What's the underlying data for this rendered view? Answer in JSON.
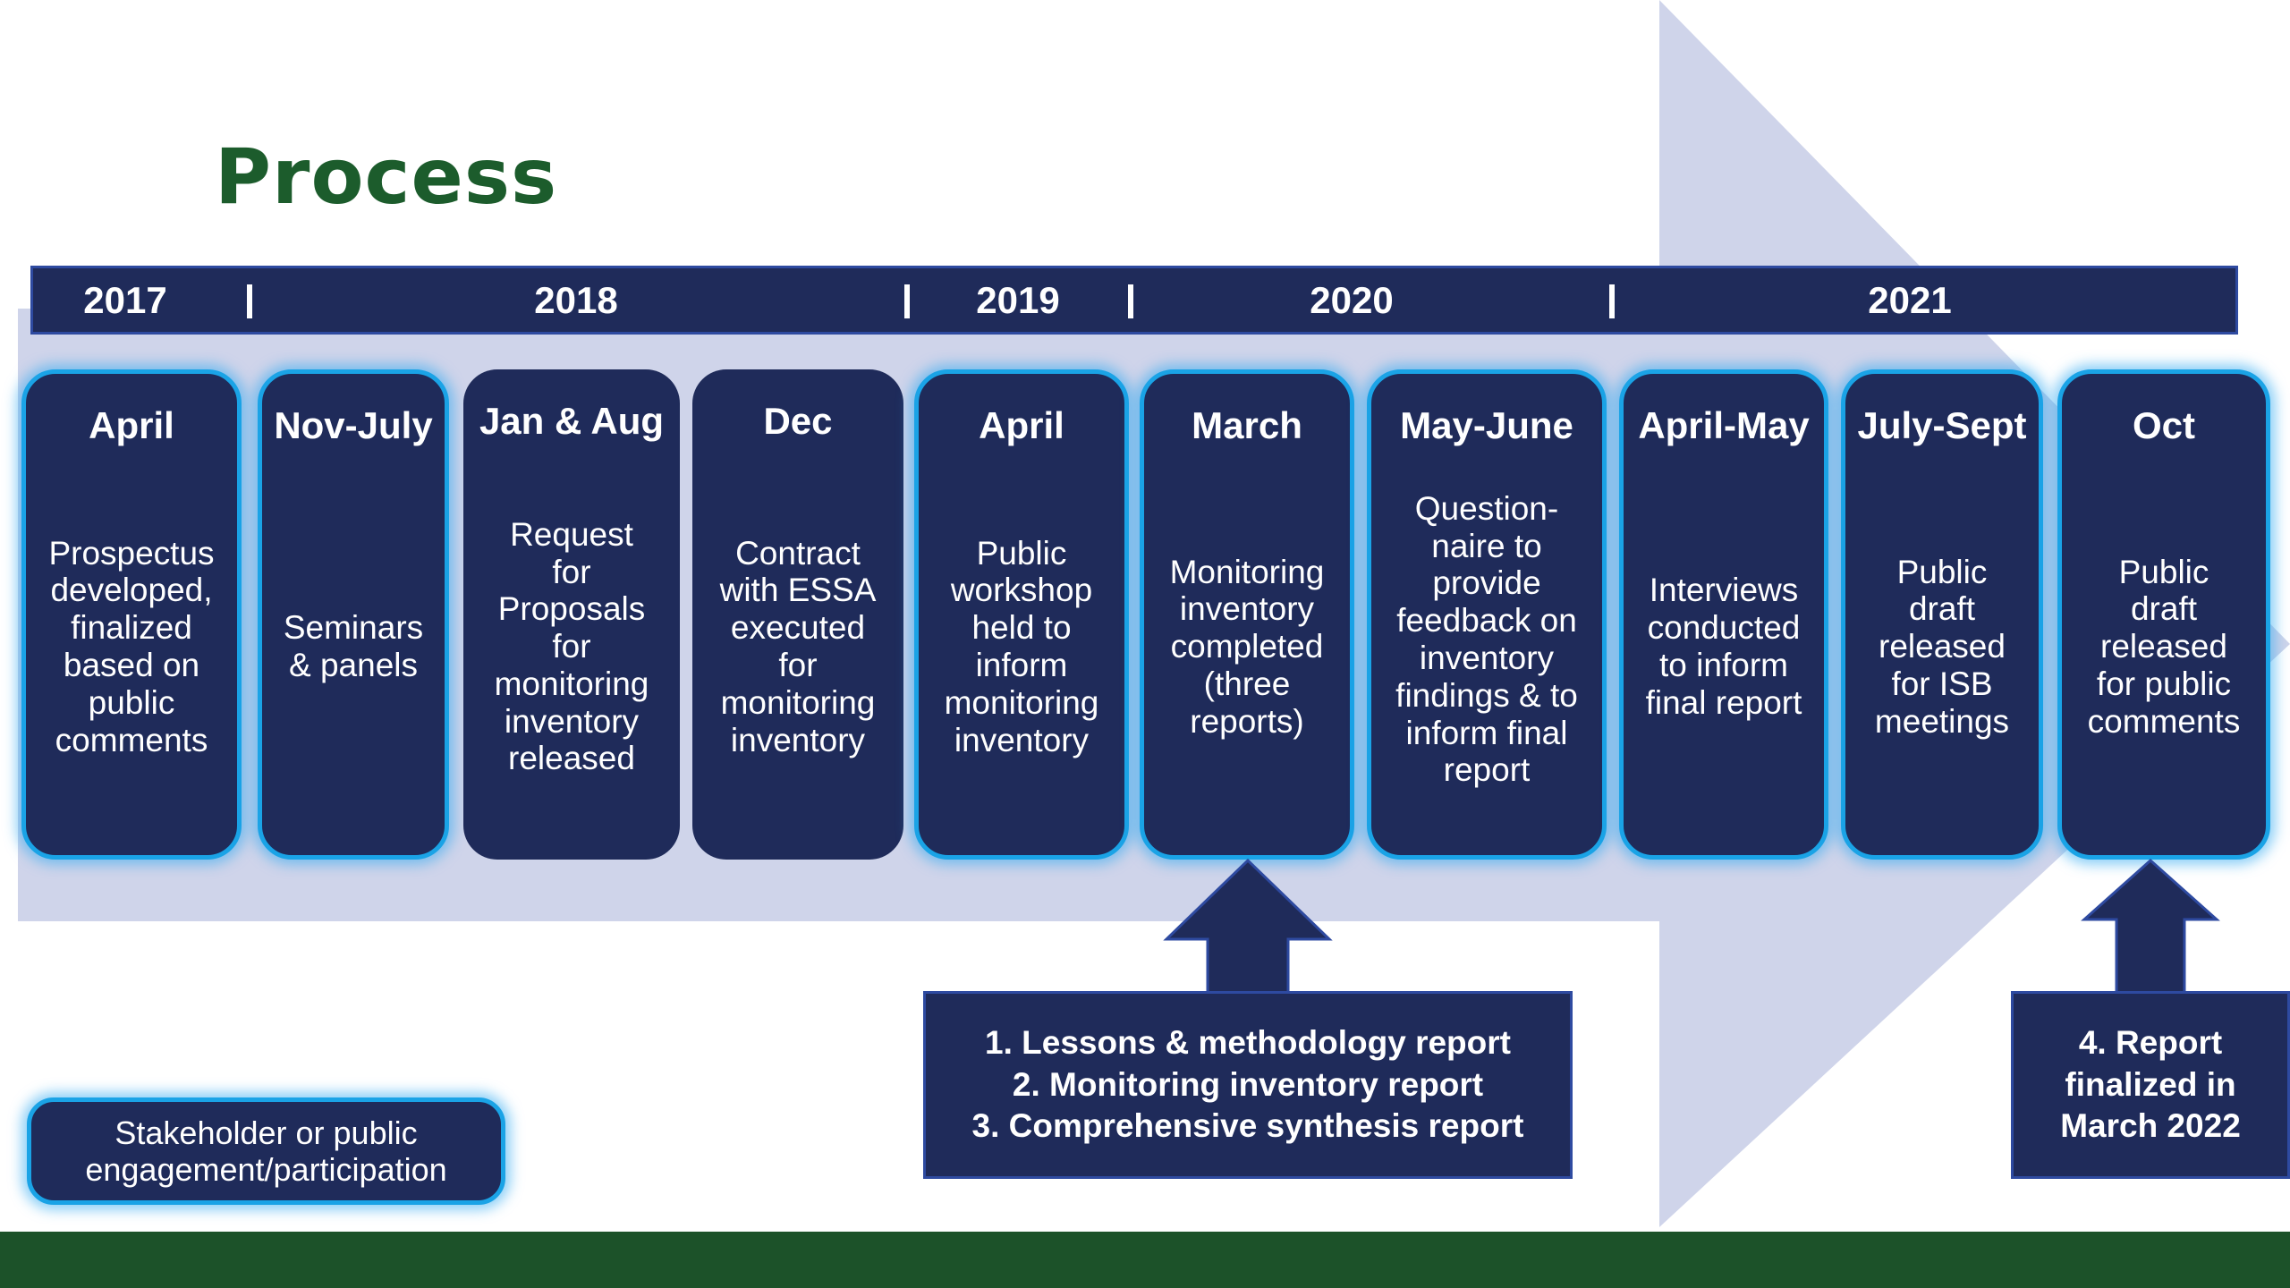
{
  "title": "Process",
  "colors": {
    "box_fill": "#1f2b5a",
    "glow_border": "#1aa3e6",
    "title_green": "#1c5c2c",
    "footer_green": "#1c5229",
    "background_arrow": "#cfd4ea"
  },
  "years": [
    "2017",
    "2018",
    "2019",
    "2020",
    "2021"
  ],
  "separators": [
    "|",
    "|",
    "|",
    "|"
  ],
  "steps": [
    {
      "date": "April",
      "lines": [
        "Prospectus",
        "developed,",
        "finalized",
        "based on",
        "public",
        "comments"
      ],
      "engagement": true
    },
    {
      "date": "Nov-July",
      "lines": [
        "Seminars",
        "& panels"
      ],
      "engagement": true
    },
    {
      "date": "Jan & Aug",
      "lines": [
        "Request",
        "for",
        "Proposals",
        "for",
        "monitoring",
        "inventory",
        "released"
      ],
      "engagement": false
    },
    {
      "date": "Dec",
      "lines": [
        "Contract",
        "with ESSA",
        "executed",
        "for",
        "monitoring",
        "inventory"
      ],
      "engagement": false
    },
    {
      "date": "April",
      "lines": [
        "Public",
        "workshop",
        "held to",
        "inform",
        "monitoring",
        "inventory"
      ],
      "engagement": true
    },
    {
      "date": "March",
      "lines": [
        "Monitoring",
        "inventory",
        "completed",
        "(three",
        "reports)"
      ],
      "engagement": true
    },
    {
      "date": "May-June",
      "lines": [
        "Question-",
        "naire to",
        "provide",
        "feedback on",
        "inventory",
        "findings & to",
        "inform final",
        "report"
      ],
      "engagement": true
    },
    {
      "date": "April-May",
      "lines": [
        "Interviews",
        "conducted",
        "to inform",
        "final report"
      ],
      "engagement": true
    },
    {
      "date": "July-Sept",
      "lines": [
        "Public",
        "draft",
        "released",
        "for ISB",
        "meetings"
      ],
      "engagement": true
    },
    {
      "date": "Oct",
      "lines": [
        "Public",
        "draft",
        "released",
        "for public",
        "comments"
      ],
      "engagement": true
    }
  ],
  "callouts": [
    {
      "lines": [
        "1. Lessons & methodology report",
        "2. Monitoring inventory report",
        "3. Comprehensive synthesis report"
      ]
    },
    {
      "lines": [
        "4. Report",
        "finalized in",
        "March 2022"
      ]
    }
  ],
  "legend": {
    "lines": [
      "Stakeholder or public",
      "engagement/participation"
    ]
  }
}
